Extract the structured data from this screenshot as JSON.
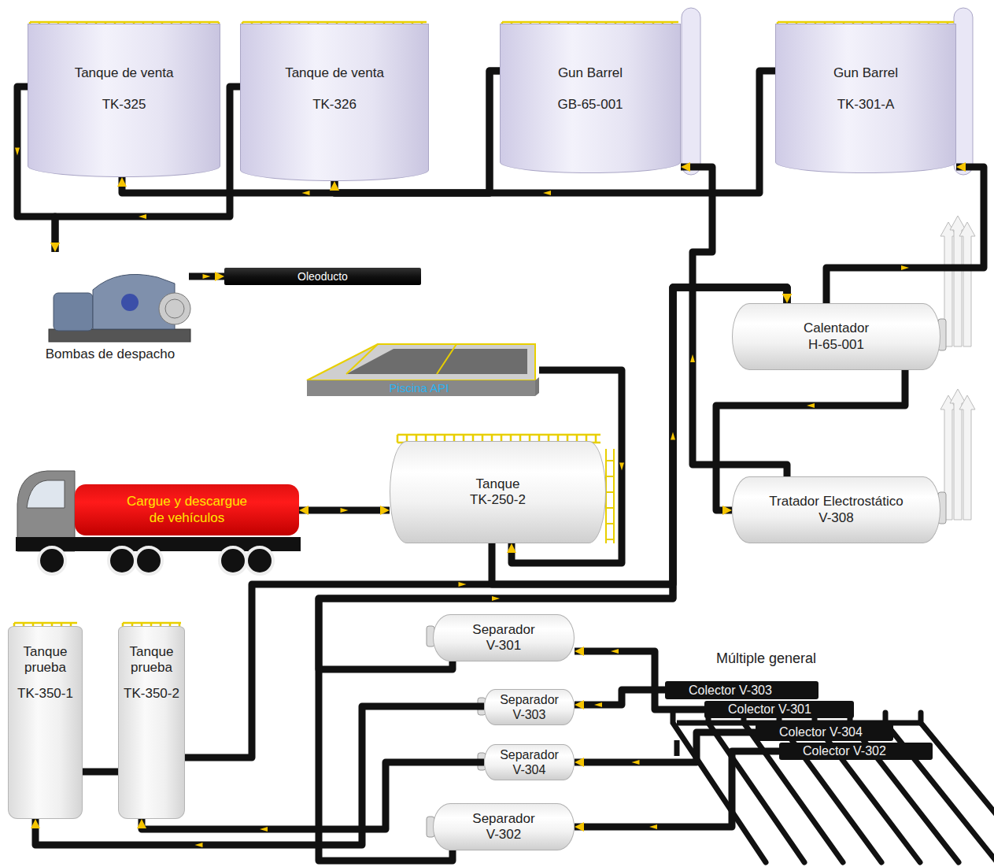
{
  "diagram": {
    "nodes": [
      {
        "text": [
          "Tanque de venta",
          "TK-325"
        ]
      },
      {
        "text": [
          "Tanque de venta",
          "TK-326"
        ]
      },
      {
        "text": [
          "Gun Barrel",
          "GB-65-001"
        ]
      },
      {
        "text": [
          "Gun Barrel",
          "TK-301-A"
        ]
      },
      {
        "text": [
          "Oleoducto"
        ]
      },
      {
        "text": [
          "Bombas de despacho"
        ]
      },
      {
        "text": [
          "Calentador",
          "H-65-001"
        ]
      },
      {
        "text": [
          "Piscina API"
        ]
      },
      {
        "text": [
          "Tanque",
          "TK-250-2"
        ]
      },
      {
        "text": [
          "Cargue y descargue de vehículos"
        ]
      },
      {
        "text": [
          "Tratador Electrostático",
          "V-308"
        ]
      },
      {
        "text": [
          "Separador",
          "V-301"
        ]
      },
      {
        "text": [
          "Tanque prueba",
          "TK-350-1"
        ]
      },
      {
        "text": [
          "Tanque prueba",
          "TK-350-2"
        ]
      },
      {
        "text": [
          "Separador",
          "V-303"
        ]
      },
      {
        "text": [
          "Separador",
          "V-304"
        ]
      },
      {
        "text": [
          "Separador",
          "V-302"
        ]
      },
      {
        "text": [
          "Colector V-303"
        ]
      },
      {
        "text": [
          "Colector V-301"
        ]
      },
      {
        "text": [
          "Colector V-304"
        ]
      },
      {
        "text": [
          "Colector V-302"
        ]
      }
    ],
    "edges": [
      {
        "from": 18,
        "to": 11,
        "arrow": "to"
      },
      {
        "from": 17,
        "to": 14,
        "arrow": "to"
      },
      {
        "from": 19,
        "to": 15,
        "arrow": "to"
      },
      {
        "from": 20,
        "to": 16,
        "arrow": "to"
      },
      {
        "from": 11,
        "to": 6,
        "arrow": "to"
      },
      {
        "from": 16,
        "to": 6,
        "arrow": "to"
      },
      {
        "from": 14,
        "to": 12,
        "arrow": "to"
      },
      {
        "from": 15,
        "to": 13,
        "arrow": "to"
      },
      {
        "from": 12,
        "to": 13,
        "arrow": "none"
      },
      {
        "from": 13,
        "to": 6,
        "arrow": "to"
      },
      {
        "from": 8,
        "to": 6,
        "arrow": "to"
      },
      {
        "from": 7,
        "to": 8,
        "arrow": "to"
      },
      {
        "from": 9,
        "to": 8,
        "arrow": "both"
      },
      {
        "from": 6,
        "to": 10,
        "arrow": "to"
      },
      {
        "from": 10,
        "to": 2,
        "arrow": "to"
      },
      {
        "from": 6,
        "to": 3,
        "arrow": "to"
      },
      {
        "from": 2,
        "to": 0,
        "arrow": "to"
      },
      {
        "from": 2,
        "to": 1,
        "arrow": "to"
      },
      {
        "from": 3,
        "to": 1,
        "arrow": "to"
      },
      {
        "from": 0,
        "to": 5,
        "arrow": "to"
      },
      {
        "from": 1,
        "to": 5,
        "arrow": "to"
      },
      {
        "from": 5,
        "to": 4,
        "arrow": "to"
      }
    ],
    "labels": [
      "Múltiple general"
    ]
  }
}
